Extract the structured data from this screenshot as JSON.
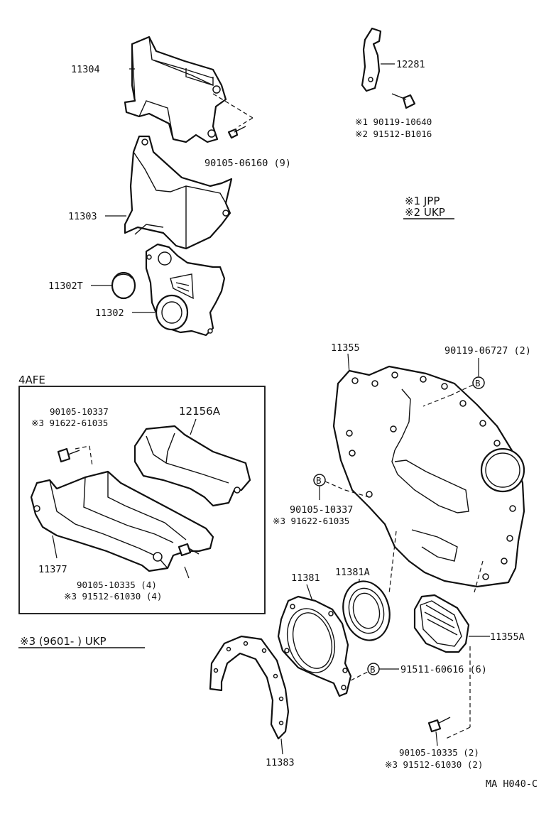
{
  "parts": {
    "p11304": "11304",
    "p12281": "12281",
    "p12281_bolt_jpp": "※1 90119-10640",
    "p12281_bolt_ukp": "※2 91512-B1016",
    "p90105_06160": "90105-06160 (9)",
    "p11303": "11303",
    "p11302T": "11302T",
    "p11302": "11302",
    "p11355": "11355",
    "p90119_06727": "90119-06727 (2)",
    "p90105_10337_main": "90105-10337",
    "p91622_61035_main": "※3 91622-61035",
    "p11381A": "11381A",
    "p11381": "11381",
    "p11355A": "11355A",
    "p91511_60616": "91511-60616 (6)",
    "p11383": "11383",
    "p90105_10335_main": "90105-10335 (2)",
    "p91512_61030_main": "※3 91512-61030 (2)"
  },
  "box4afe": {
    "title": "4AFE",
    "p90105_10337": "90105-10337",
    "p91622_61035": "※3 91622-61035",
    "p12156A": "12156A",
    "p11377": "11377",
    "p90105_10335": "90105-10335 (4)",
    "p91512_61030": "※3 91512-61030 (4)"
  },
  "notes": {
    "jpp": "※1 JPP",
    "ukp": "※2 UKP",
    "note3": "※3 (9601-        ) UKP"
  },
  "markers": {
    "b": "B"
  },
  "footer_code": "MA H040-C"
}
